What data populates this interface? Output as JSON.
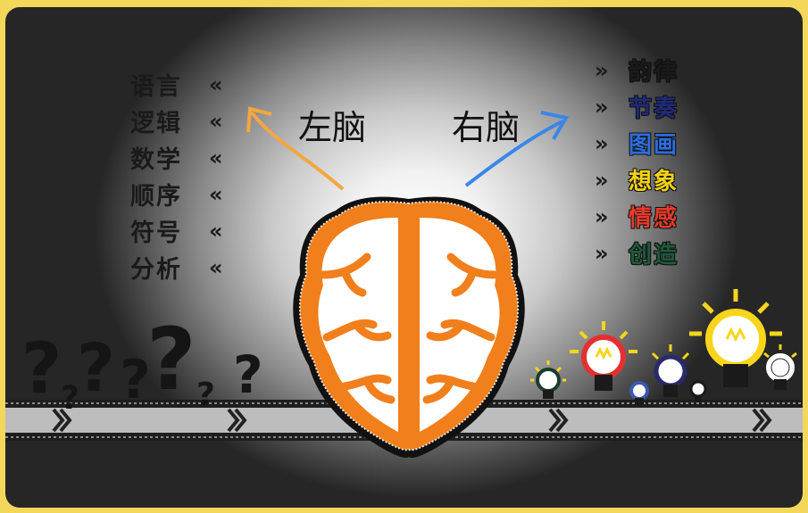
{
  "left_hemisphere": {
    "title": "左脑",
    "items": [
      {
        "label": "语言"
      },
      {
        "label": "逻辑"
      },
      {
        "label": "数学"
      },
      {
        "label": "顺序"
      },
      {
        "label": "符号"
      },
      {
        "label": "分析"
      }
    ]
  },
  "right_hemisphere": {
    "title": "右脑",
    "items": [
      {
        "label": "韵律",
        "color": "#1a1a1a"
      },
      {
        "label": "节奏",
        "color": "#1f2a7a"
      },
      {
        "label": "图画",
        "color": "#2b6fe0"
      },
      {
        "label": "想象",
        "color": "#f5d312"
      },
      {
        "label": "情感",
        "color": "#e83a2a"
      },
      {
        "label": "创造",
        "color": "#1e5a3a"
      }
    ]
  },
  "icons": {
    "left_chevron": "«",
    "right_chevron": "»",
    "left_arrow_color": "#f4a640",
    "right_arrow_color": "#3a86e8",
    "brain_color": "#f07f1c",
    "bulb_colors": [
      "#1a3c2a",
      "#e53030",
      "#3a5ab0",
      "#2a2a6a",
      "#1a1a1a",
      "#f7d51c",
      "#ffffff"
    ]
  }
}
